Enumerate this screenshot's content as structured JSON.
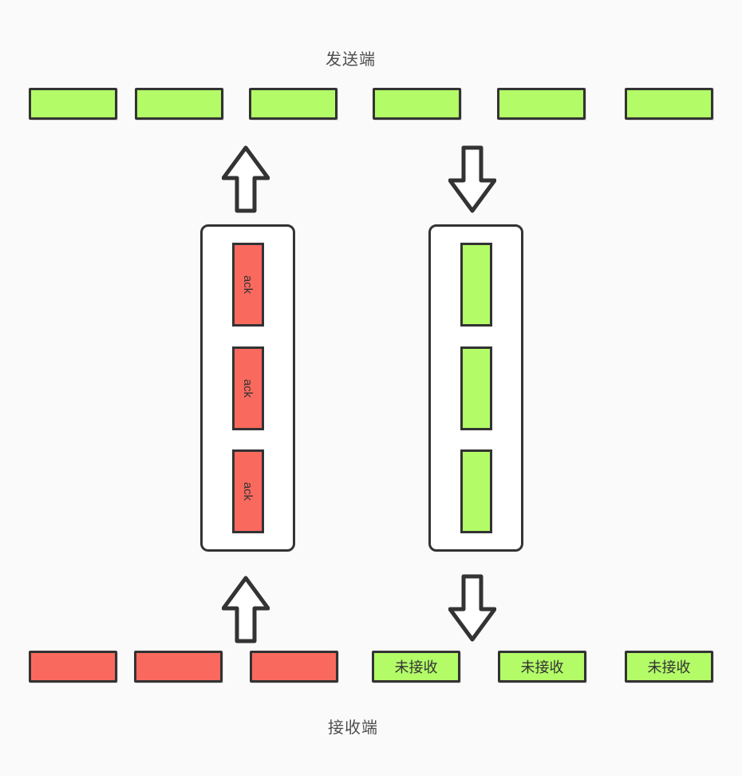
{
  "labels": {
    "sender": "发送端",
    "receiver": "接收端"
  },
  "colors": {
    "green": "#b3fc68",
    "red": "#fa695e",
    "border": "#333333",
    "label_text": "#4d4d4d",
    "box_text": "#333333",
    "background": "#fafafa",
    "container_bg": "#ffffff"
  },
  "top_row": {
    "description": "sender packets",
    "count": 6,
    "color": "green"
  },
  "ack_channel": {
    "items": [
      "ack",
      "ack",
      "ack"
    ],
    "color": "red",
    "direction": "up"
  },
  "data_channel": {
    "count": 3,
    "color": "green",
    "direction": "down"
  },
  "bottom_left_row": {
    "description": "received packets",
    "count": 3,
    "color": "red"
  },
  "bottom_right_row": {
    "items": [
      "未接收",
      "未接收",
      "未接收"
    ],
    "color": "green"
  }
}
